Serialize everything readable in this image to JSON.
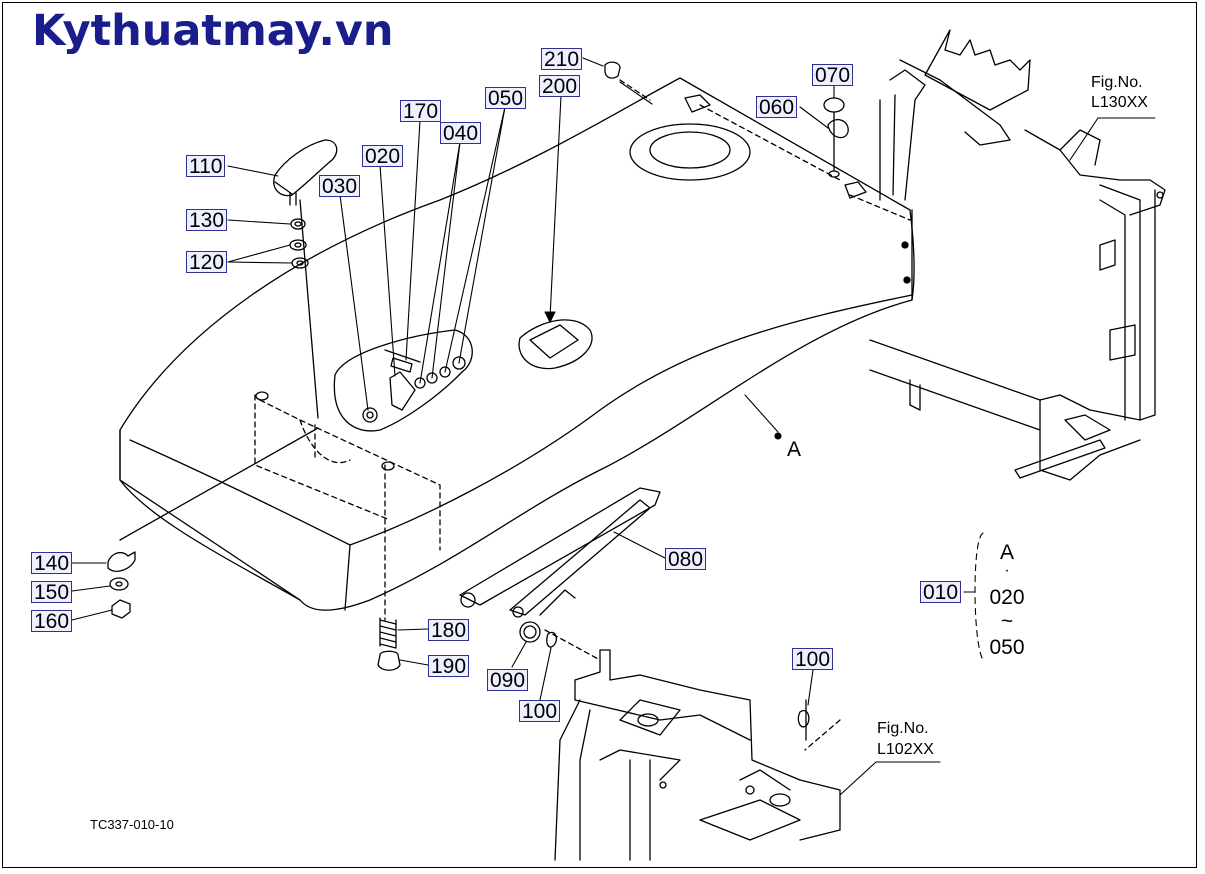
{
  "watermark": "Kythuatmay.vn",
  "drawing_code": "TC337-010-10",
  "callouts": {
    "p110": "110",
    "p130": "130",
    "p120": "120",
    "p030": "030",
    "p020": "020",
    "p170": "170",
    "p040": "040",
    "p050": "050",
    "p210": "210",
    "p200": "200",
    "p070": "070",
    "p060": "060",
    "p140": "140",
    "p150": "150",
    "p160": "160",
    "p180": "180",
    "p190": "190",
    "p090": "090",
    "p100a": "100",
    "p080": "080",
    "p100b": "100",
    "p010": "010"
  },
  "view_marker": "A",
  "figure_refs": {
    "top_label": "Fig.No.",
    "top_num": "L130XX",
    "bottom_label": "Fig.No.",
    "bottom_num": "L102XX"
  },
  "assembly_legend": {
    "view": "A",
    "dot": "·",
    "from": "020",
    "tilde": "~",
    "to": "050"
  },
  "colors": {
    "watermark": "#1a1d8c",
    "callout_border": "#2e3192",
    "callout_fill": "#eef0ff"
  }
}
